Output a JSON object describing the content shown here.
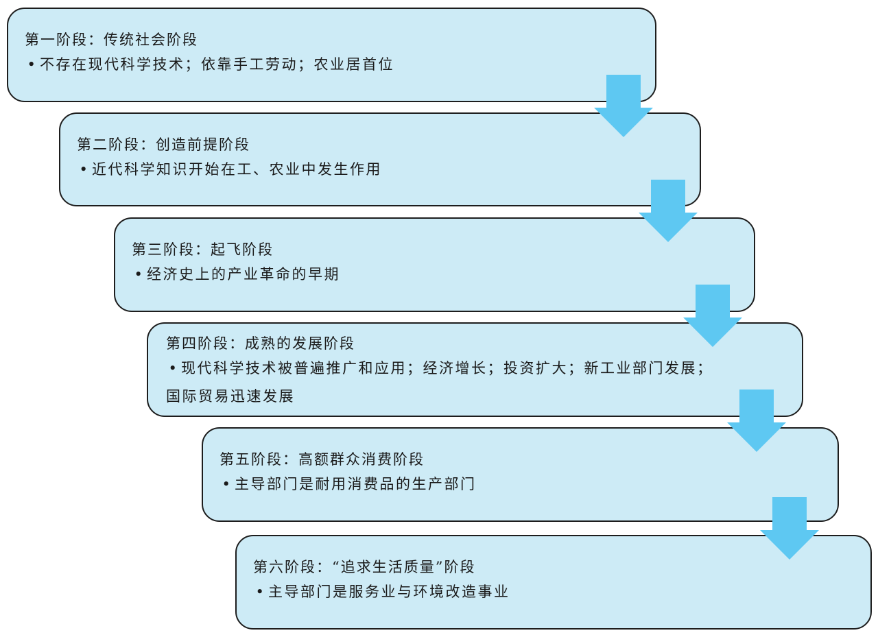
{
  "stages": [
    {
      "title": "第一阶段：传统社会阶段",
      "lines": [
        "不存在现代科学技术；依靠手工劳动；农业居首位"
      ]
    },
    {
      "title": "第二阶段：创造前提阶段",
      "lines": [
        "近代科学知识开始在工、农业中发生作用"
      ]
    },
    {
      "title": "第三阶段：起飞阶段",
      "lines": [
        "经济史上的产业革命的早期"
      ]
    },
    {
      "title": "第四阶段：成熟的发展阶段",
      "lines": [
        "现代科学技术被普遍推广和应用；经济增长；投资扩大；新工业部门发展；",
        "国际贸易迅速发展"
      ]
    },
    {
      "title": "第五阶段：高额群众消费阶段",
      "lines": [
        "主导部门是耐用消费品的生产部门"
      ]
    },
    {
      "title": "第六阶段：“追求生活质量”阶段",
      "lines": [
        "主导部门是服务业与环境改造事业"
      ]
    }
  ],
  "bullet_symbol": "•",
  "colors": {
    "box_fill": "#cdebf6",
    "box_border": "#1d1d1d",
    "arrow_fill": "#5ec8f2",
    "text": "#1a1a1a"
  },
  "connector_icon": "down-arrow-icon"
}
